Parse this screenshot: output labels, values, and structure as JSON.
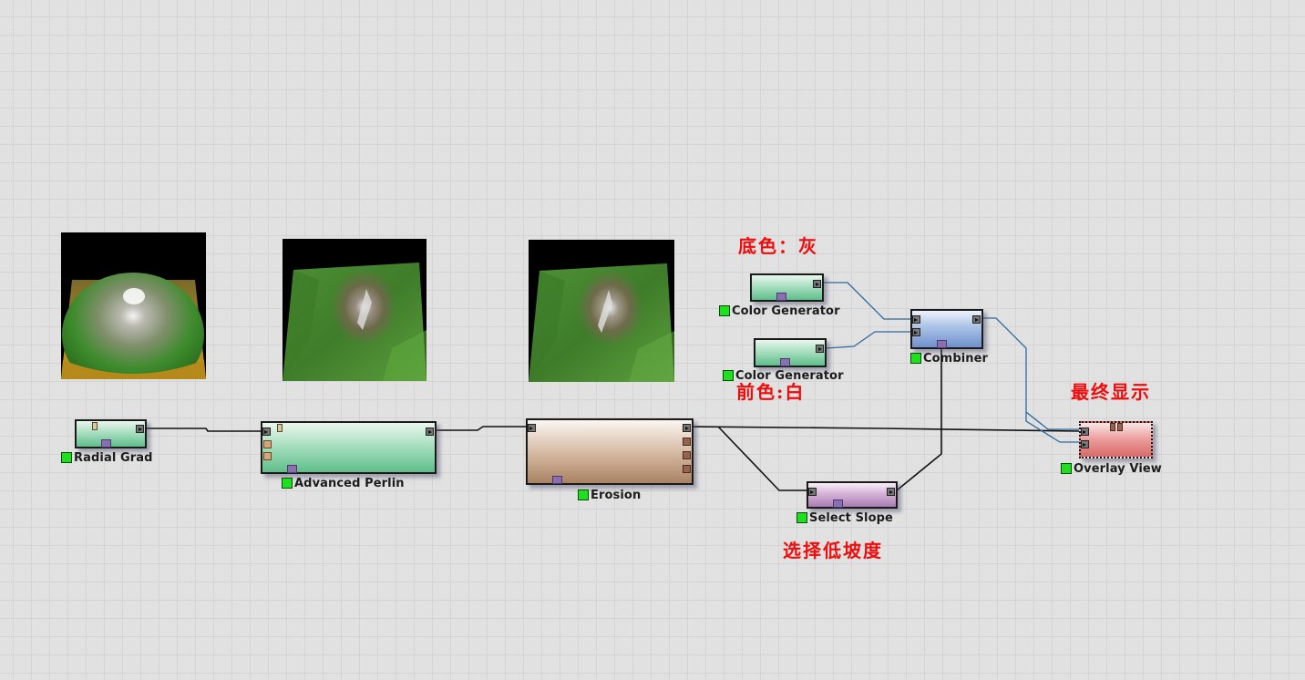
{
  "nodes": {
    "radial_grad": {
      "label": "Radial Grad"
    },
    "advanced_perlin": {
      "label": "Advanced Perlin"
    },
    "erosion": {
      "label": "Erosion"
    },
    "color_generator_1": {
      "label": "Color Generator"
    },
    "color_generator_2": {
      "label": "Color Generator"
    },
    "combiner": {
      "label": "Combiner"
    },
    "select_slope": {
      "label": "Select Slope"
    },
    "overlay_view": {
      "label": "Overlay View"
    }
  },
  "annotations": {
    "base_color": "底色：灰",
    "front_color": "前色:白",
    "select_low_slope": "选择低坡度",
    "final_display": "最终显示"
  },
  "previews": [
    "radial-grad-preview",
    "advanced-perlin-preview",
    "erosion-preview"
  ],
  "colors": {
    "canvas": "#e1e1e1",
    "grid": "#d4d4d4",
    "annotation": "#ee0c0c",
    "wire_black": "#111111",
    "wire_blue": "#2c6a9e",
    "status_led": "#1ee01e"
  }
}
